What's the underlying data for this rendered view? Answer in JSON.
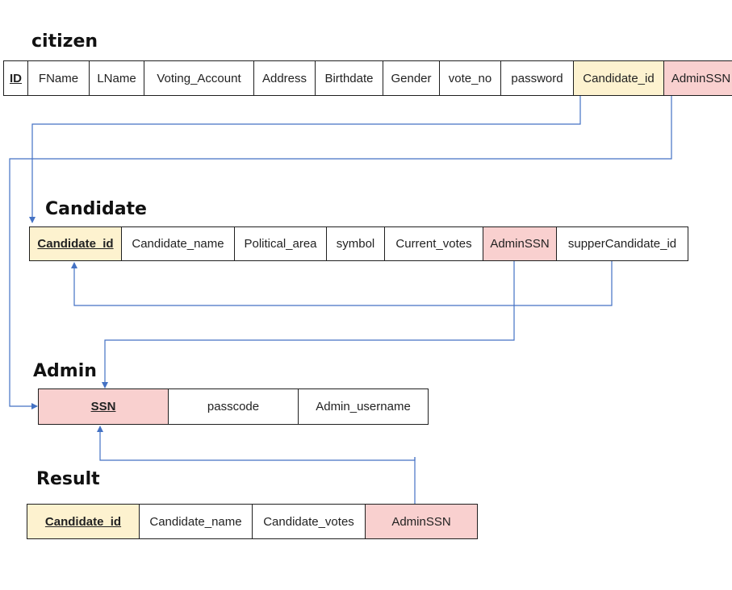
{
  "colors": {
    "fk_candidate": "#fdf2cf",
    "fk_admin": "#f9d0cf",
    "line": "#4472c4"
  },
  "tables": {
    "citizen": {
      "name": "citizen",
      "columns": [
        {
          "label": "ID",
          "pk": true
        },
        {
          "label": "FName"
        },
        {
          "label": "LName"
        },
        {
          "label": "Voting_Account"
        },
        {
          "label": "Address"
        },
        {
          "label": "Birthdate"
        },
        {
          "label": "Gender"
        },
        {
          "label": "vote_no"
        },
        {
          "label": "password"
        },
        {
          "label": "Candidate_id",
          "color": "fk_candidate"
        },
        {
          "label": "AdminSSN",
          "color": "fk_admin"
        }
      ]
    },
    "candidate": {
      "name": "Candidate",
      "columns": [
        {
          "label": "Candidate_id",
          "pk": true,
          "color": "fk_candidate"
        },
        {
          "label": "Candidate_name"
        },
        {
          "label": "Political_area"
        },
        {
          "label": "symbol"
        },
        {
          "label": "Current_votes"
        },
        {
          "label": "AdminSSN",
          "color": "fk_admin"
        },
        {
          "label": "supperCandidate_id"
        }
      ]
    },
    "admin": {
      "name": "Admin",
      "columns": [
        {
          "label": "SSN",
          "pk": true,
          "color": "fk_admin"
        },
        {
          "label": "passcode"
        },
        {
          "label": "Admin_username"
        }
      ]
    },
    "result": {
      "name": "Result",
      "columns": [
        {
          "label": "Candidate_id",
          "pk": true,
          "color": "fk_candidate"
        },
        {
          "label": "Candidate_name"
        },
        {
          "label": "Candidate_votes"
        },
        {
          "label": "AdminSSN",
          "color": "fk_admin"
        }
      ]
    }
  }
}
